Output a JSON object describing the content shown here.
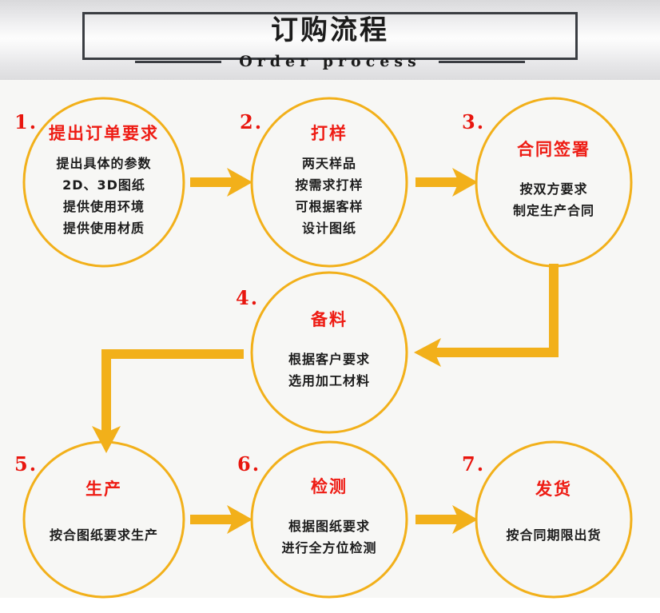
{
  "header": {
    "title": "订购流程",
    "subtitle": "Order process"
  },
  "colors": {
    "accent": "#F2B01A",
    "title_red": "#EE1C14",
    "body_black": "#1C1C1C",
    "header_border": "#3A3D42",
    "canvas_bg": "#F7F7F5"
  },
  "steps": [
    {
      "number": "1.",
      "title": "提出订单要求",
      "lines": [
        "提出具体的参数",
        "2D、3D图纸",
        "提供使用环境",
        "提供使用材质"
      ]
    },
    {
      "number": "2.",
      "title": "打样",
      "lines": [
        "两天样品",
        "按需求打样",
        "可根据客样",
        "设计图纸"
      ]
    },
    {
      "number": "3.",
      "title": "合同签署",
      "lines": [
        "按双方要求",
        "制定生产合同"
      ]
    },
    {
      "number": "4.",
      "title": "备料",
      "lines": [
        "根据客户要求",
        "选用加工材料"
      ]
    },
    {
      "number": "5.",
      "title": "生产",
      "lines": [
        "按合图纸要求生产"
      ]
    },
    {
      "number": "6.",
      "title": "检测",
      "lines": [
        "根据图纸要求",
        "进行全方位检测"
      ]
    },
    {
      "number": "7.",
      "title": "发货",
      "lines": [
        "按合同期限出货"
      ]
    }
  ],
  "connectors": [
    {
      "from": "1",
      "to": "2",
      "kind": "arrow-right"
    },
    {
      "from": "2",
      "to": "3",
      "kind": "arrow-right"
    },
    {
      "from": "3",
      "to": "4",
      "kind": "elbow-down-left"
    },
    {
      "from": "4",
      "to": "5",
      "kind": "elbow-left-down"
    },
    {
      "from": "5",
      "to": "6",
      "kind": "arrow-right"
    },
    {
      "from": "6",
      "to": "7",
      "kind": "arrow-right"
    }
  ]
}
